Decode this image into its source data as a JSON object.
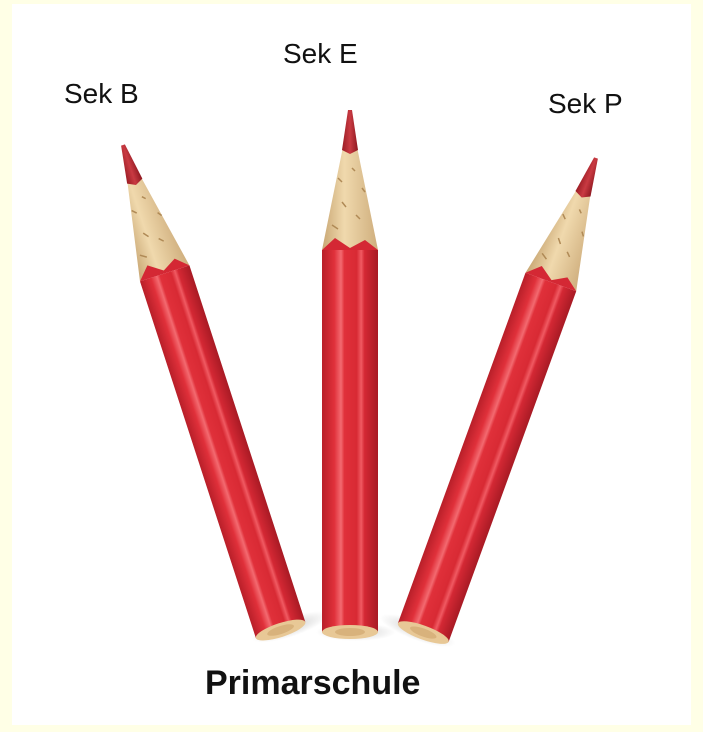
{
  "labels": {
    "left": "Sek B",
    "middle": "Sek E",
    "right": "Sek P",
    "bottom": "Primarschule"
  },
  "colors": {
    "page_background": "#ffffe6",
    "panel_background": "#ffffff",
    "pencil_red": "#e0303a",
    "pencil_red_dark": "#b81f29",
    "pencil_red_light": "#f36a70",
    "wood": "#e8cc9a",
    "lead": "#c03038"
  },
  "pencils": [
    {
      "name": "pencil-sek-b"
    },
    {
      "name": "pencil-sek-e"
    },
    {
      "name": "pencil-sek-p"
    }
  ]
}
